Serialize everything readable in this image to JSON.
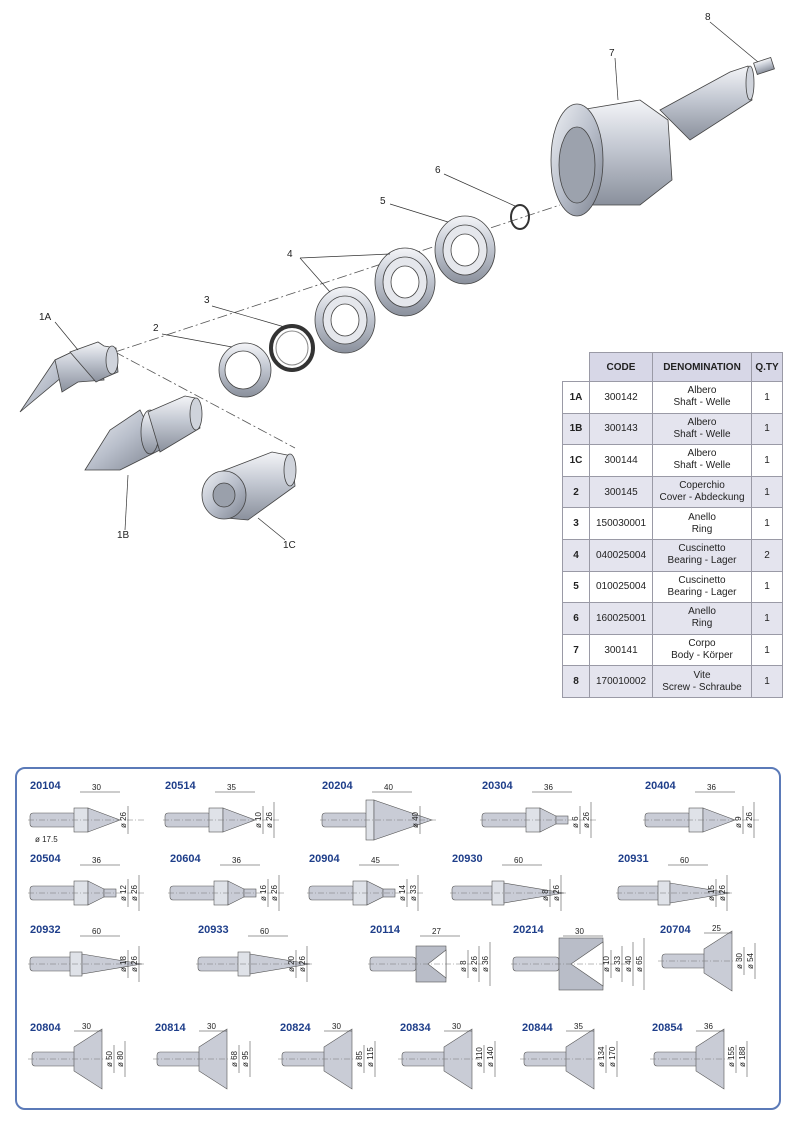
{
  "exploded_view": {
    "callouts": [
      "1A",
      "1B",
      "1C",
      "2",
      "3",
      "4",
      "5",
      "6",
      "7",
      "8"
    ]
  },
  "parts_table": {
    "headers": [
      "CODE",
      "DENOMINATION",
      "Q.TY"
    ],
    "rows": [
      {
        "key": "1A",
        "code": "300142",
        "den1": "Albero",
        "den2": "Shaft - Welle",
        "qty": "1"
      },
      {
        "key": "1B",
        "code": "300143",
        "den1": "Albero",
        "den2": "Shaft - Welle",
        "qty": "1"
      },
      {
        "key": "1C",
        "code": "300144",
        "den1": "Albero",
        "den2": "Shaft - Welle",
        "qty": "1"
      },
      {
        "key": "2",
        "code": "300145",
        "den1": "Coperchio",
        "den2": "Cover - Abdeckung",
        "qty": "1"
      },
      {
        "key": "3",
        "code": "150030001",
        "den1": "Anello",
        "den2": "Ring",
        "qty": "1"
      },
      {
        "key": "4",
        "code": "040025004",
        "den1": "Cuscinetto",
        "den2": "Bearing - Lager",
        "qty": "2"
      },
      {
        "key": "5",
        "code": "010025004",
        "den1": "Cuscinetto",
        "den2": "Bearing - Lager",
        "qty": "1"
      },
      {
        "key": "6",
        "code": "160025001",
        "den1": "Anello",
        "den2": "Ring",
        "qty": "1"
      },
      {
        "key": "7",
        "code": "300141",
        "den1": "Corpo",
        "den2": "Body - Körper",
        "qty": "1"
      },
      {
        "key": "8",
        "code": "170010002",
        "den1": "Vite",
        "den2": "Screw - Schraube",
        "qty": "1"
      }
    ]
  },
  "catalog": {
    "points": [
      {
        "code": "20104",
        "shape": "cone",
        "len": "30",
        "dims": [
          "ø 26"
        ],
        "extra": "ø 17.5"
      },
      {
        "code": "20514",
        "shape": "cone",
        "len": "35",
        "dims": [
          "ø 10",
          "ø 26"
        ]
      },
      {
        "code": "20204",
        "shape": "bigcone",
        "len": "40",
        "dims": [
          "ø 40"
        ]
      },
      {
        "code": "20304",
        "shape": "pin",
        "len": "36",
        "dims": [
          "ø 6",
          "ø 26"
        ]
      },
      {
        "code": "20404",
        "shape": "cone",
        "len": "36",
        "dims": [
          "ø 9",
          "ø 26"
        ]
      },
      {
        "code": "20504",
        "shape": "pin",
        "len": "36",
        "dims": [
          "ø 12",
          "ø 26"
        ]
      },
      {
        "code": "20604",
        "shape": "pin",
        "len": "36",
        "dims": [
          "ø 16",
          "ø 26"
        ]
      },
      {
        "code": "20904",
        "shape": "pin",
        "len": "45",
        "dims": [
          "ø 14",
          "ø 33"
        ]
      },
      {
        "code": "20930",
        "shape": "long",
        "len": "60",
        "dims": [
          "ø 8",
          "ø 26"
        ]
      },
      {
        "code": "20931",
        "shape": "long",
        "len": "60",
        "dims": [
          "ø 15",
          "ø 26"
        ]
      },
      {
        "code": "20932",
        "shape": "long",
        "len": "60",
        "dims": [
          "ø 18",
          "ø 26"
        ]
      },
      {
        "code": "20933",
        "shape": "long",
        "len": "60",
        "dims": [
          "ø 20",
          "ø 26"
        ]
      },
      {
        "code": "20114",
        "shape": "hollow",
        "len": "27",
        "dims": [
          "ø 8",
          "ø 26",
          "ø 36"
        ]
      },
      {
        "code": "20214",
        "shape": "hollowbig",
        "len": "30",
        "dims": [
          "ø 10",
          "ø 33",
          "ø 40",
          "ø 65"
        ]
      },
      {
        "code": "20704",
        "shape": "bell",
        "len": "25",
        "dims": [
          "ø 30",
          "ø 54"
        ]
      },
      {
        "code": "20804",
        "shape": "bell",
        "len": "30",
        "dims": [
          "ø 50",
          "ø 80"
        ]
      },
      {
        "code": "20814",
        "shape": "bell",
        "len": "30",
        "dims": [
          "ø 68",
          "ø 95"
        ]
      },
      {
        "code": "20824",
        "shape": "bell",
        "len": "30",
        "dims": [
          "ø 85",
          "ø 115"
        ]
      },
      {
        "code": "20834",
        "shape": "bell",
        "len": "30",
        "dims": [
          "ø 110",
          "ø 140"
        ]
      },
      {
        "code": "20844",
        "shape": "bell",
        "len": "35",
        "dims": [
          "ø 134",
          "ø 170"
        ]
      },
      {
        "code": "20854",
        "shape": "bell",
        "len": "36",
        "dims": [
          "ø 155",
          "ø 188"
        ]
      }
    ]
  },
  "colors": {
    "accent": "#1e3e8a",
    "frame": "#5b7ab8",
    "header": "#d7d7e7",
    "alt_row": "#e4e4ee"
  }
}
